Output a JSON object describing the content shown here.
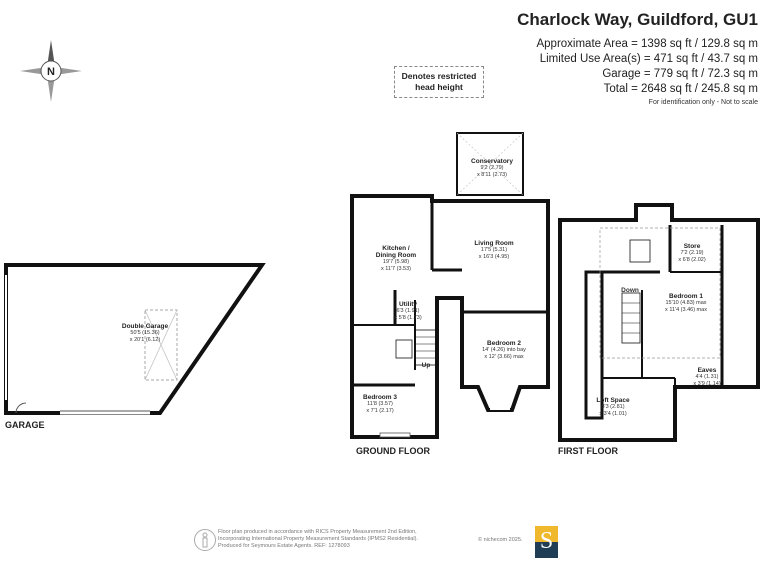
{
  "header": {
    "title": "Charlock Way, Guildford, GU1",
    "areas": [
      "Approximate Area = 1398 sq ft / 129.8 sq m",
      "Limited Use Area(s) = 471 sq ft / 43.7 sq m",
      "Garage = 779 sq ft / 72.3 sq m",
      "Total = 2648 sq ft / 245.8 sq m"
    ],
    "note": "For identification only - Not to scale"
  },
  "compass": {
    "letter": "N"
  },
  "legend": {
    "restricted_line1": "Denotes restricted",
    "restricted_line2": "head height"
  },
  "garage": {
    "floor_label": "GARAGE",
    "rooms": [
      {
        "name": "Double Garage",
        "dim1": "50'5 (15.36)",
        "dim2": "x 20'1 (6.12)"
      }
    ]
  },
  "ground_floor": {
    "floor_label": "GROUND FLOOR",
    "rooms": [
      {
        "name": "Conservatory",
        "dim1": "9'2 (2.79)",
        "dim2": "x 8'11 (2.73)"
      },
      {
        "name": "Kitchen /",
        "name2": "Dining Room",
        "dim1": "19'7 (5.98)",
        "dim2": "x 11'7 (3.53)"
      },
      {
        "name": "Living Room",
        "dim1": "17'5 (5.31)",
        "dim2": "x 16'3 (4.95)"
      },
      {
        "name": "Utility",
        "dim1": "6'3 (1.91)",
        "dim2": "x 5'8 (1.73)"
      },
      {
        "name": "Bedroom 2",
        "dim1": "14' (4.26) into bay",
        "dim2": "x 12' (3.66) max"
      },
      {
        "name": "Bedroom 3",
        "dim1": "11'8 (3.57)",
        "dim2": "x 7'1 (2.17)"
      }
    ],
    "stairs_label": "Up"
  },
  "first_floor": {
    "floor_label": "FIRST FLOOR",
    "rooms": [
      {
        "name": "Store",
        "dim1": "7'2 (2.19)",
        "dim2": "x 6'8 (2.02)"
      },
      {
        "name": "Bedroom 1",
        "dim1": "15'10 (4.83) max",
        "dim2": "x 11'4 (3.46) max"
      },
      {
        "name": "Eaves",
        "dim1": "4'4 (1.31)",
        "dim2": "x 3'9 (1.14)"
      },
      {
        "name": "Loft Space",
        "dim1": "8'3 (2.81)",
        "dim2": "x 3'4 (1.01)"
      }
    ],
    "stairs_label": "Down"
  },
  "footer": {
    "line1": "Floor plan produced in accordance with RICS Property Measurement 2nd Edition,",
    "line2": "Incorporating International Property Measurement Standards (IPMS2 Residential).",
    "line3": "Produced for Seymours Estate Agents.   REF: 1278093",
    "copyright": "© nichecom 2025.",
    "logo_letter": "S"
  }
}
